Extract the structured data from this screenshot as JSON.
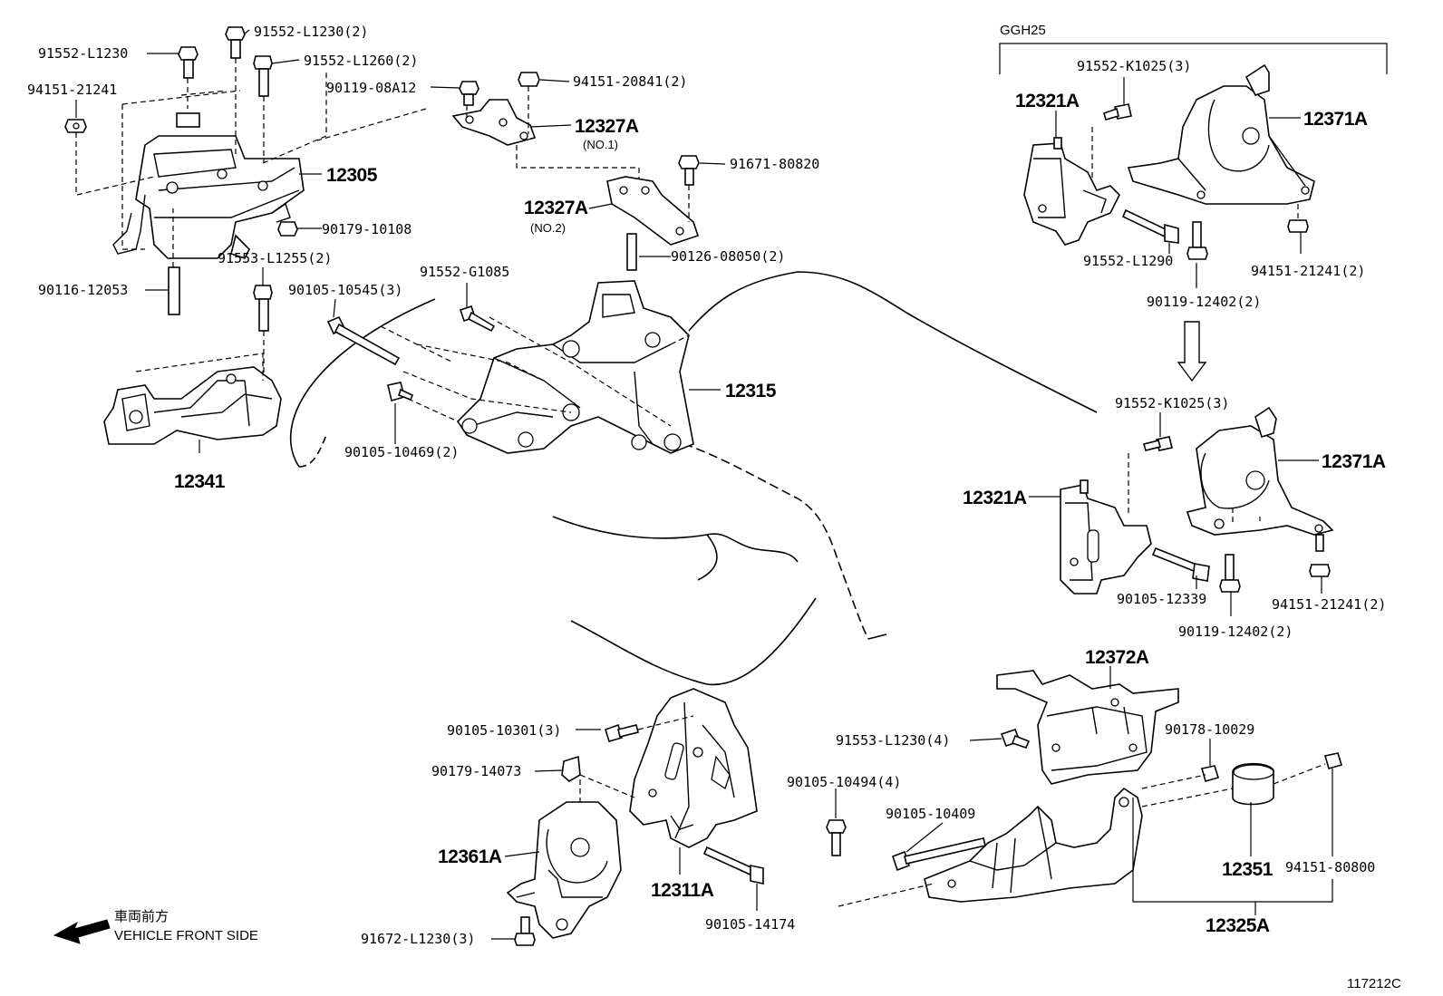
{
  "diagram_id": "117212C",
  "group": {
    "model": "GGH25"
  },
  "direction": {
    "jp": "車両前方",
    "en": "VEHICLE FRONT SIDE"
  },
  "labels": {
    "b91552L1230": "91552-L1230",
    "b91552L1230x2": "91552-L1230(2)",
    "b91552L1260x2": "91552-L1260(2)",
    "n94151_21241": "94151-21241",
    "b90119_08A12": "90119-08A12",
    "n94151_20841x2": "94151-20841(2)",
    "p12327A": "12327A",
    "no1": "(NO.1)",
    "p12305": "12305",
    "b91671_80820": "91671-80820",
    "n90179_10108": "90179-10108",
    "p12327A2": "12327A",
    "no2": "(NO.2)",
    "s90126_08050x2": "90126-08050(2)",
    "b91553L1255x2": "91553-L1255(2)",
    "s90116_12053": "90116-12053",
    "b91552G1085": "91552-G1085",
    "b90105_10545x3": "90105-10545(3)",
    "p12315": "12315",
    "b90105_10469x2": "90105-10469(2)",
    "p12341": "12341",
    "b91552K1025x3a": "91552-K1025(3)",
    "p12321Aa": "12321A",
    "p12371Aa": "12371A",
    "b91552L1290": "91552-L1290",
    "n94151_21241x2a": "94151-21241(2)",
    "b90119_12402x2a": "90119-12402(2)",
    "b91552K1025x3b": "91552-K1025(3)",
    "p12321Ab": "12321A",
    "p12371Ab": "12371A",
    "b90105_12339": "90105-12339",
    "n94151_21241x2b": "94151-21241(2)",
    "b90119_12402x2b": "90119-12402(2)",
    "p12372A": "12372A",
    "b90105_10301x3": "90105-10301(3)",
    "n90179_14073": "90179-14073",
    "b91553L1230x4": "91553-L1230(4)",
    "n90178_10029": "90178-10029",
    "b90105_10494x4": "90105-10494(4)",
    "b90105_10409": "90105-10409",
    "p12361A": "12361A",
    "p12311A": "12311A",
    "p12351": "12351",
    "n94151_80800": "94151-80800",
    "b91672L1230x3": "91672-L1230(3)",
    "b90105_14174": "90105-14174",
    "p12325A": "12325A"
  }
}
